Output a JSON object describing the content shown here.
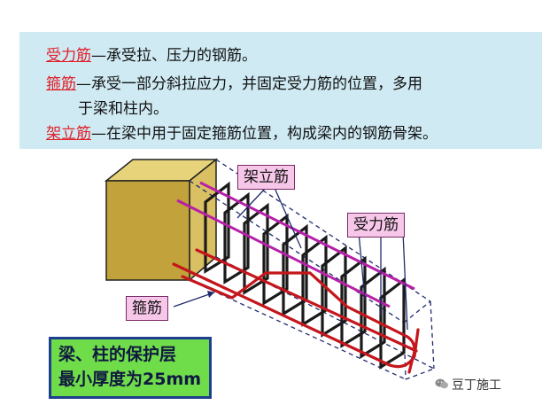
{
  "definitions": [
    {
      "term": "受力筋",
      "text": "—承受拉、压力的钢筋。"
    },
    {
      "term": "箍筋",
      "text": "—承受一部分斜拉应力，并固定受力筋的位置，多用"
    },
    {
      "term": "",
      "text": "于梁和柱内。"
    },
    {
      "term": "架立筋",
      "text": "—在梁中用于固定箍筋位置，构成梁内的钢筋骨架。"
    }
  ],
  "callouts": {
    "erecting_bar": "架立筋",
    "main_bar": "受力筋",
    "stirrup": "箍筋"
  },
  "note": {
    "line1": "梁、柱的保护层",
    "line2": "最小厚度为25mm"
  },
  "watermark": {
    "text": "豆丁施工",
    "icon": "wechat-icon"
  },
  "colors": {
    "definition_bg": "#cfeaf3",
    "term_red": "#e0202a",
    "callout_bg": "#f7c7ea",
    "rebar_red": "#c4161c",
    "rebar_magenta": "#b81fa8",
    "stirrup_black": "#1a1a1a",
    "concrete_face": "#c2a23a",
    "note_bg": "#6fdc4a"
  }
}
